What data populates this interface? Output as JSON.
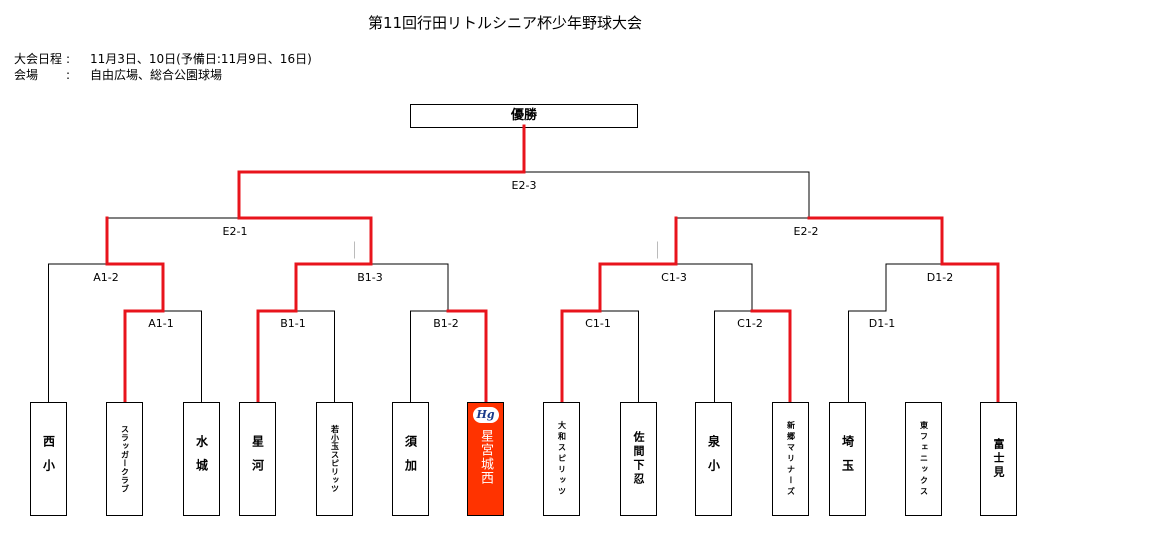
{
  "title": "第11回行田リトルシニア杯少年野球大会",
  "info": {
    "schedule_label": "大会日程",
    "schedule_colon": ":",
    "schedule_value": "11月3日、10日(予備日:11月9日、16日)",
    "venue_label": "会場",
    "venue_colon": ":",
    "venue_value": "自由広場、総合公園球場"
  },
  "champion_label": "優勝",
  "matches": [
    {
      "id": "E2-3",
      "label": "E2-3"
    },
    {
      "id": "E2-1",
      "label": "E2-1"
    },
    {
      "id": "E2-2",
      "label": "E2-2"
    },
    {
      "id": "A1-2",
      "label": "A1-2"
    },
    {
      "id": "B1-3",
      "label": "B1-3"
    },
    {
      "id": "C1-3",
      "label": "C1-3"
    },
    {
      "id": "D1-2",
      "label": "D1-2"
    },
    {
      "id": "A1-1",
      "label": "A1-1"
    },
    {
      "id": "B1-1",
      "label": "B1-1"
    },
    {
      "id": "B1-2",
      "label": "B1-2"
    },
    {
      "id": "C1-1",
      "label": "C1-1"
    },
    {
      "id": "C1-2",
      "label": "C1-2"
    },
    {
      "id": "D1-1",
      "label": "D1-1"
    }
  ],
  "teams": [
    {
      "name": "西小"
    },
    {
      "name": "スラッガークラブ"
    },
    {
      "name": "水城"
    },
    {
      "name": "星河"
    },
    {
      "name": "若小玉スピリッツ"
    },
    {
      "name": "須加"
    },
    {
      "name": "星宮城西",
      "logo_text": "Hg"
    },
    {
      "name": "大和スピリッツ"
    },
    {
      "name": "佐間下忍"
    },
    {
      "name": "泉小"
    },
    {
      "name": "新郷マリナーズ"
    },
    {
      "name": "埼玉"
    },
    {
      "name": "東フェニックス"
    },
    {
      "name": "富士見"
    }
  ],
  "colors": {
    "winner_line": "#e8141c",
    "line": "#000000",
    "logo_bg": "#ff3300"
  }
}
